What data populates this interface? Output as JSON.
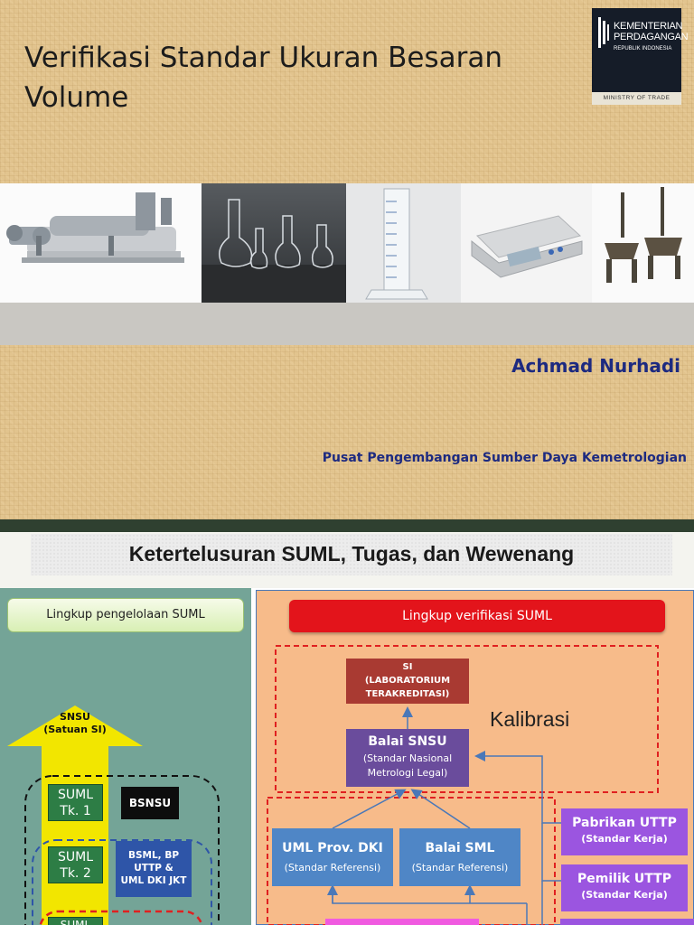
{
  "slide1": {
    "title": "Verifikasi Standar Ukuran Besaran Volume",
    "logo": {
      "line1": "KEMENTERIAN",
      "line2": "PERDAGANGAN",
      "line3": "REPUBLIK INDONESIA",
      "bottom": "MINISTRY OF TRADE"
    },
    "author": "Achmad Nurhadi",
    "organization": "Pusat Pengembangan Sumber Daya Kemetrologian"
  },
  "slide2": {
    "title": "Ketertelusuran SUML, Tugas, dan Wewenang",
    "left_label": "Lingkup pengelolaan SUML",
    "right_label": "Lingkup verifikasi SUML",
    "snsu": {
      "line1": "SNSU",
      "line2": "(Satuan SI)"
    },
    "suml1": {
      "line1": "SUML",
      "line2": "Tk. 1"
    },
    "suml2": {
      "line1": "SUML",
      "line2": "Tk. 2"
    },
    "suml3": "SUML",
    "bsnsu": "BSNSU",
    "bsml": {
      "line1": "BSML, BP",
      "line2": "UTTP &",
      "line3": "UML DKI JKT"
    },
    "si": {
      "line1": "SI",
      "line2": "(LABORATORIUM",
      "line3": "TERAKREDITASI)"
    },
    "kalibrasi": "Kalibrasi",
    "balai_snsu": {
      "main": "Balai SNSU",
      "sub1": "(Standar Nasional",
      "sub2": "Metrologi Legal)"
    },
    "uml_dki": {
      "main": "UML Prov. DKI",
      "sub": "(Standar Referensi)"
    },
    "balai_sml": {
      "main": "Balai SML",
      "sub": "(Standar Referensi)"
    },
    "pabrikan": {
      "main": "Pabrikan UTTP",
      "sub": "(Standar Kerja)"
    },
    "pemilik": {
      "main": "Pemilik UTTP",
      "sub": "(Standar Kerja)"
    }
  },
  "colors": {
    "title_blue": "#1d2a80",
    "red_label": "#e3141b",
    "dark_red_box": "#a93a32",
    "purple_box": "#6a4c9c",
    "blue_box": "#4f86c6",
    "violet_box": "#9b55e0",
    "green_box": "#2d7d45",
    "yellow_arrow": "#f2e600"
  }
}
